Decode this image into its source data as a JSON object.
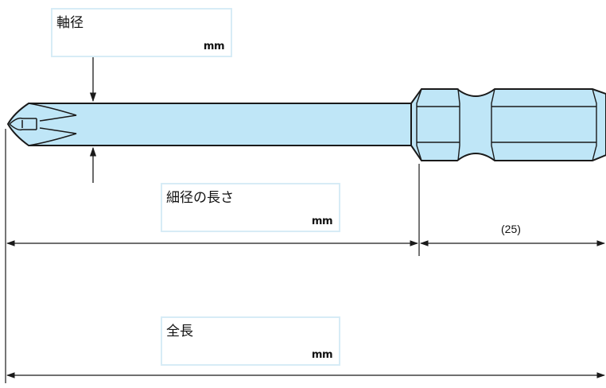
{
  "labels": {
    "shaft_diameter": {
      "title": "軸径",
      "unit": "mm"
    },
    "thin_length": {
      "title": "細径の長さ",
      "unit": "mm"
    },
    "total_length": {
      "title": "全長",
      "unit": "mm"
    }
  },
  "dimensions": {
    "hex_length": "(25)"
  },
  "colors": {
    "bit_fill": "#bfe6f7",
    "outline": "#1a1a1a",
    "box_border": "#d7ecf6"
  },
  "icons": {
    "arrow": "arrow-icon"
  }
}
